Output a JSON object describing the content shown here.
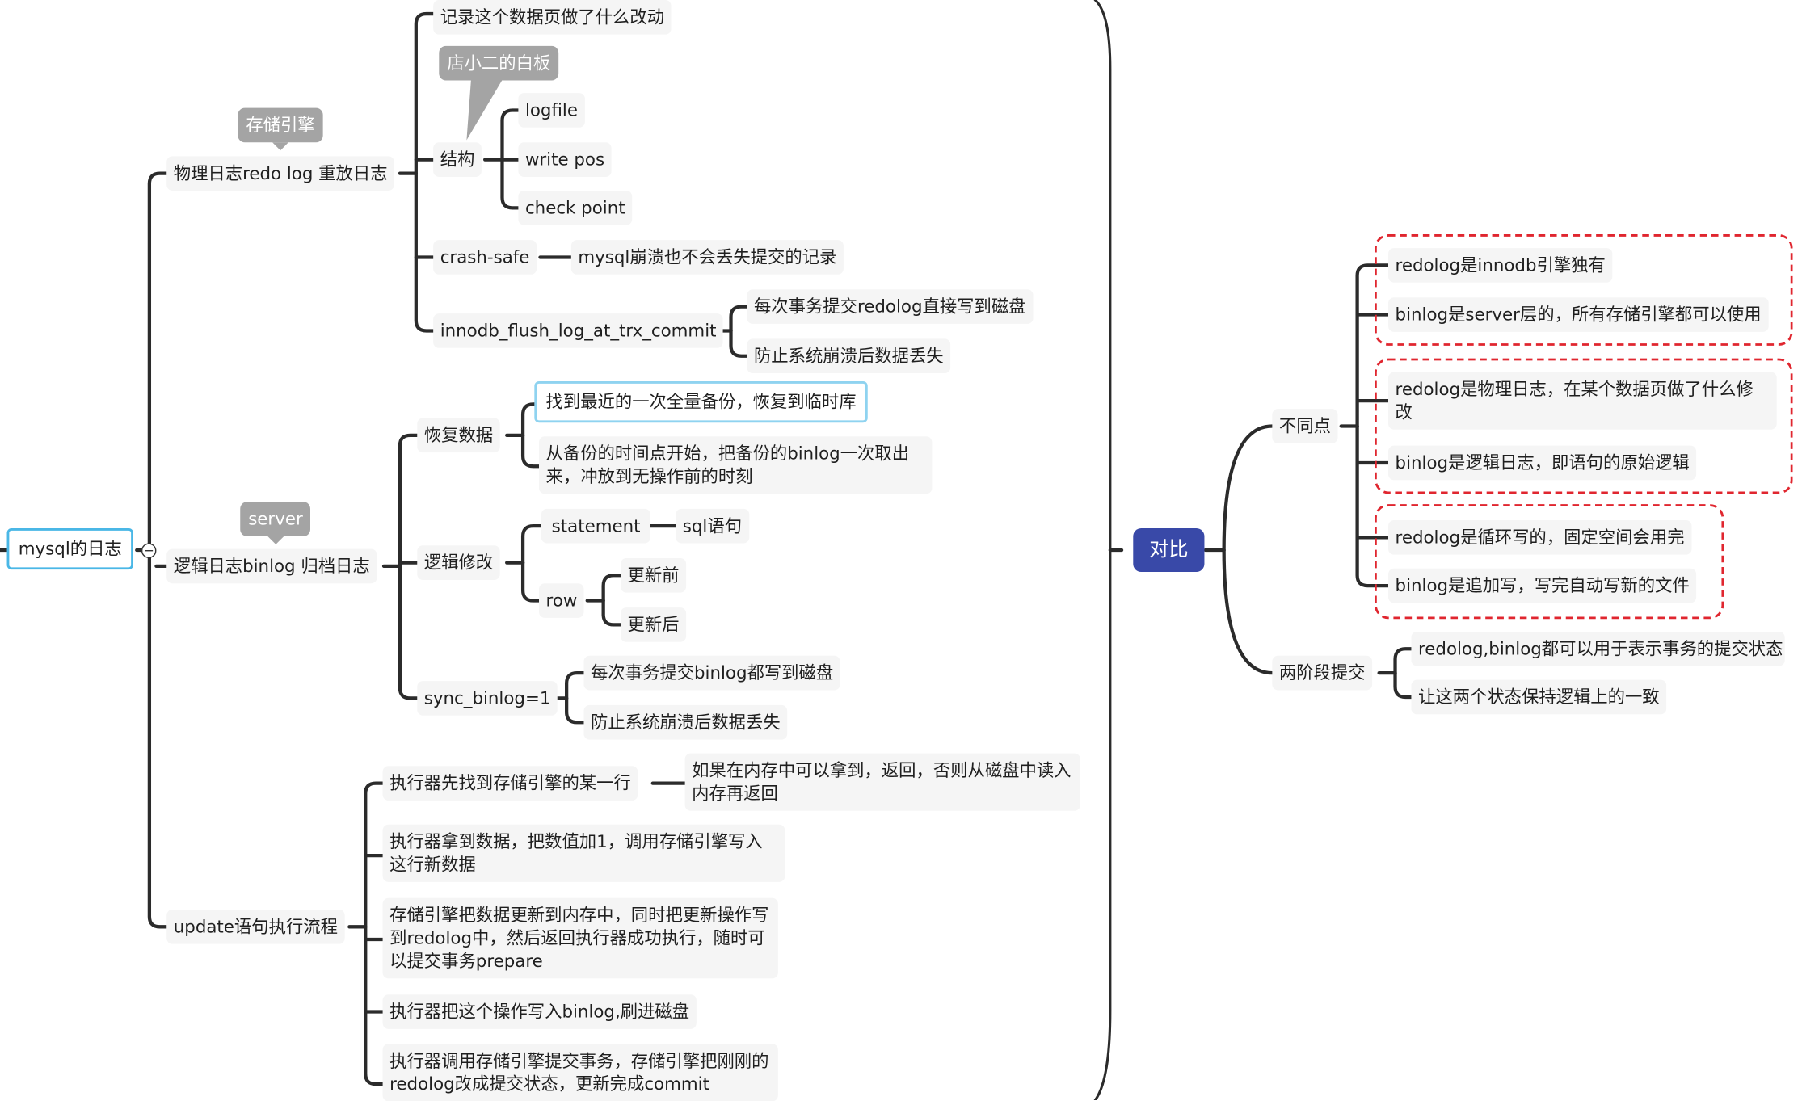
{
  "mindmap": {
    "root": "mysql的日志",
    "redo": {
      "label": "物理日志redo log 重放日志",
      "tag": "存储引擎",
      "record": "记录这个数据页做了什么改动",
      "structure": {
        "label": "结构",
        "callout": "店小二的白板",
        "children": [
          "logfile",
          "write pos",
          "check point"
        ]
      },
      "crash_safe": {
        "label": "crash-safe",
        "child": "mysql崩溃也不会丢失提交的记录"
      },
      "flush": {
        "label": "innodb_flush_log_at_trx_commit",
        "children": [
          "每次事务提交redolog直接写到磁盘",
          "防止系统崩溃后数据丢失"
        ]
      }
    },
    "binlog": {
      "label": "逻辑日志binlog 归档日志",
      "tag": "server",
      "recover": {
        "label": "恢复数据",
        "children": [
          "找到最近的一次全量备份，恢复到临时库",
          "从备份的时间点开始，把备份的binlog一次取出来，冲放到无操作前的时刻"
        ]
      },
      "logic": {
        "label": "逻辑修改",
        "statement": "statement",
        "statement_child": "sql语句",
        "row": "row",
        "row_children": [
          "更新前",
          "更新后"
        ]
      },
      "sync": {
        "label": "sync_binlog=1",
        "children": [
          "每次事务提交binlog都写到磁盘",
          "防止系统崩溃后数据丢失"
        ]
      }
    },
    "update": {
      "label": "update语句执行流程",
      "steps": [
        "执行器先找到存储引擎的某一行",
        "执行器拿到数据，把数值加1，调用存储引擎写入这行新数据",
        "存储引擎把数据更新到内存中，同时把更新操作写到redolog中，然后返回执行器成功执行，随时可以提交事务prepare",
        "执行器把这个操作写入binlog,刷进磁盘",
        "执行器调用存储引擎提交事务，存储引擎把刚刚的redolog改成提交状态，更新完成commit"
      ],
      "step1_child": "如果在内存中可以拿到，返回，否则从磁盘中读入内存再返回"
    }
  },
  "compare": {
    "center": "对比",
    "diff": {
      "label": "不同点",
      "items": [
        "redolog是innodb引擎独有",
        "binlog是server层的，所有存储引擎都可以使用",
        "redolog是物理日志，在某个数据页做了什么修改",
        "binlog是逻辑日志，即语句的原始逻辑",
        "redolog是循环写的，固定空间会用完",
        "binlog是追加写，写完自动写新的文件"
      ]
    },
    "two_phase": {
      "label": "两阶段提交",
      "items": [
        "redolog,binlog都可以用于表示事务的提交状态",
        "让这两个状态保持逻辑上的一致"
      ]
    }
  },
  "colors": {
    "line": "#2b2b2b",
    "center": "#3949a8",
    "root_border": "#4ab7e6",
    "dashed": "#e0262f",
    "tag": "#a4a4a4"
  }
}
